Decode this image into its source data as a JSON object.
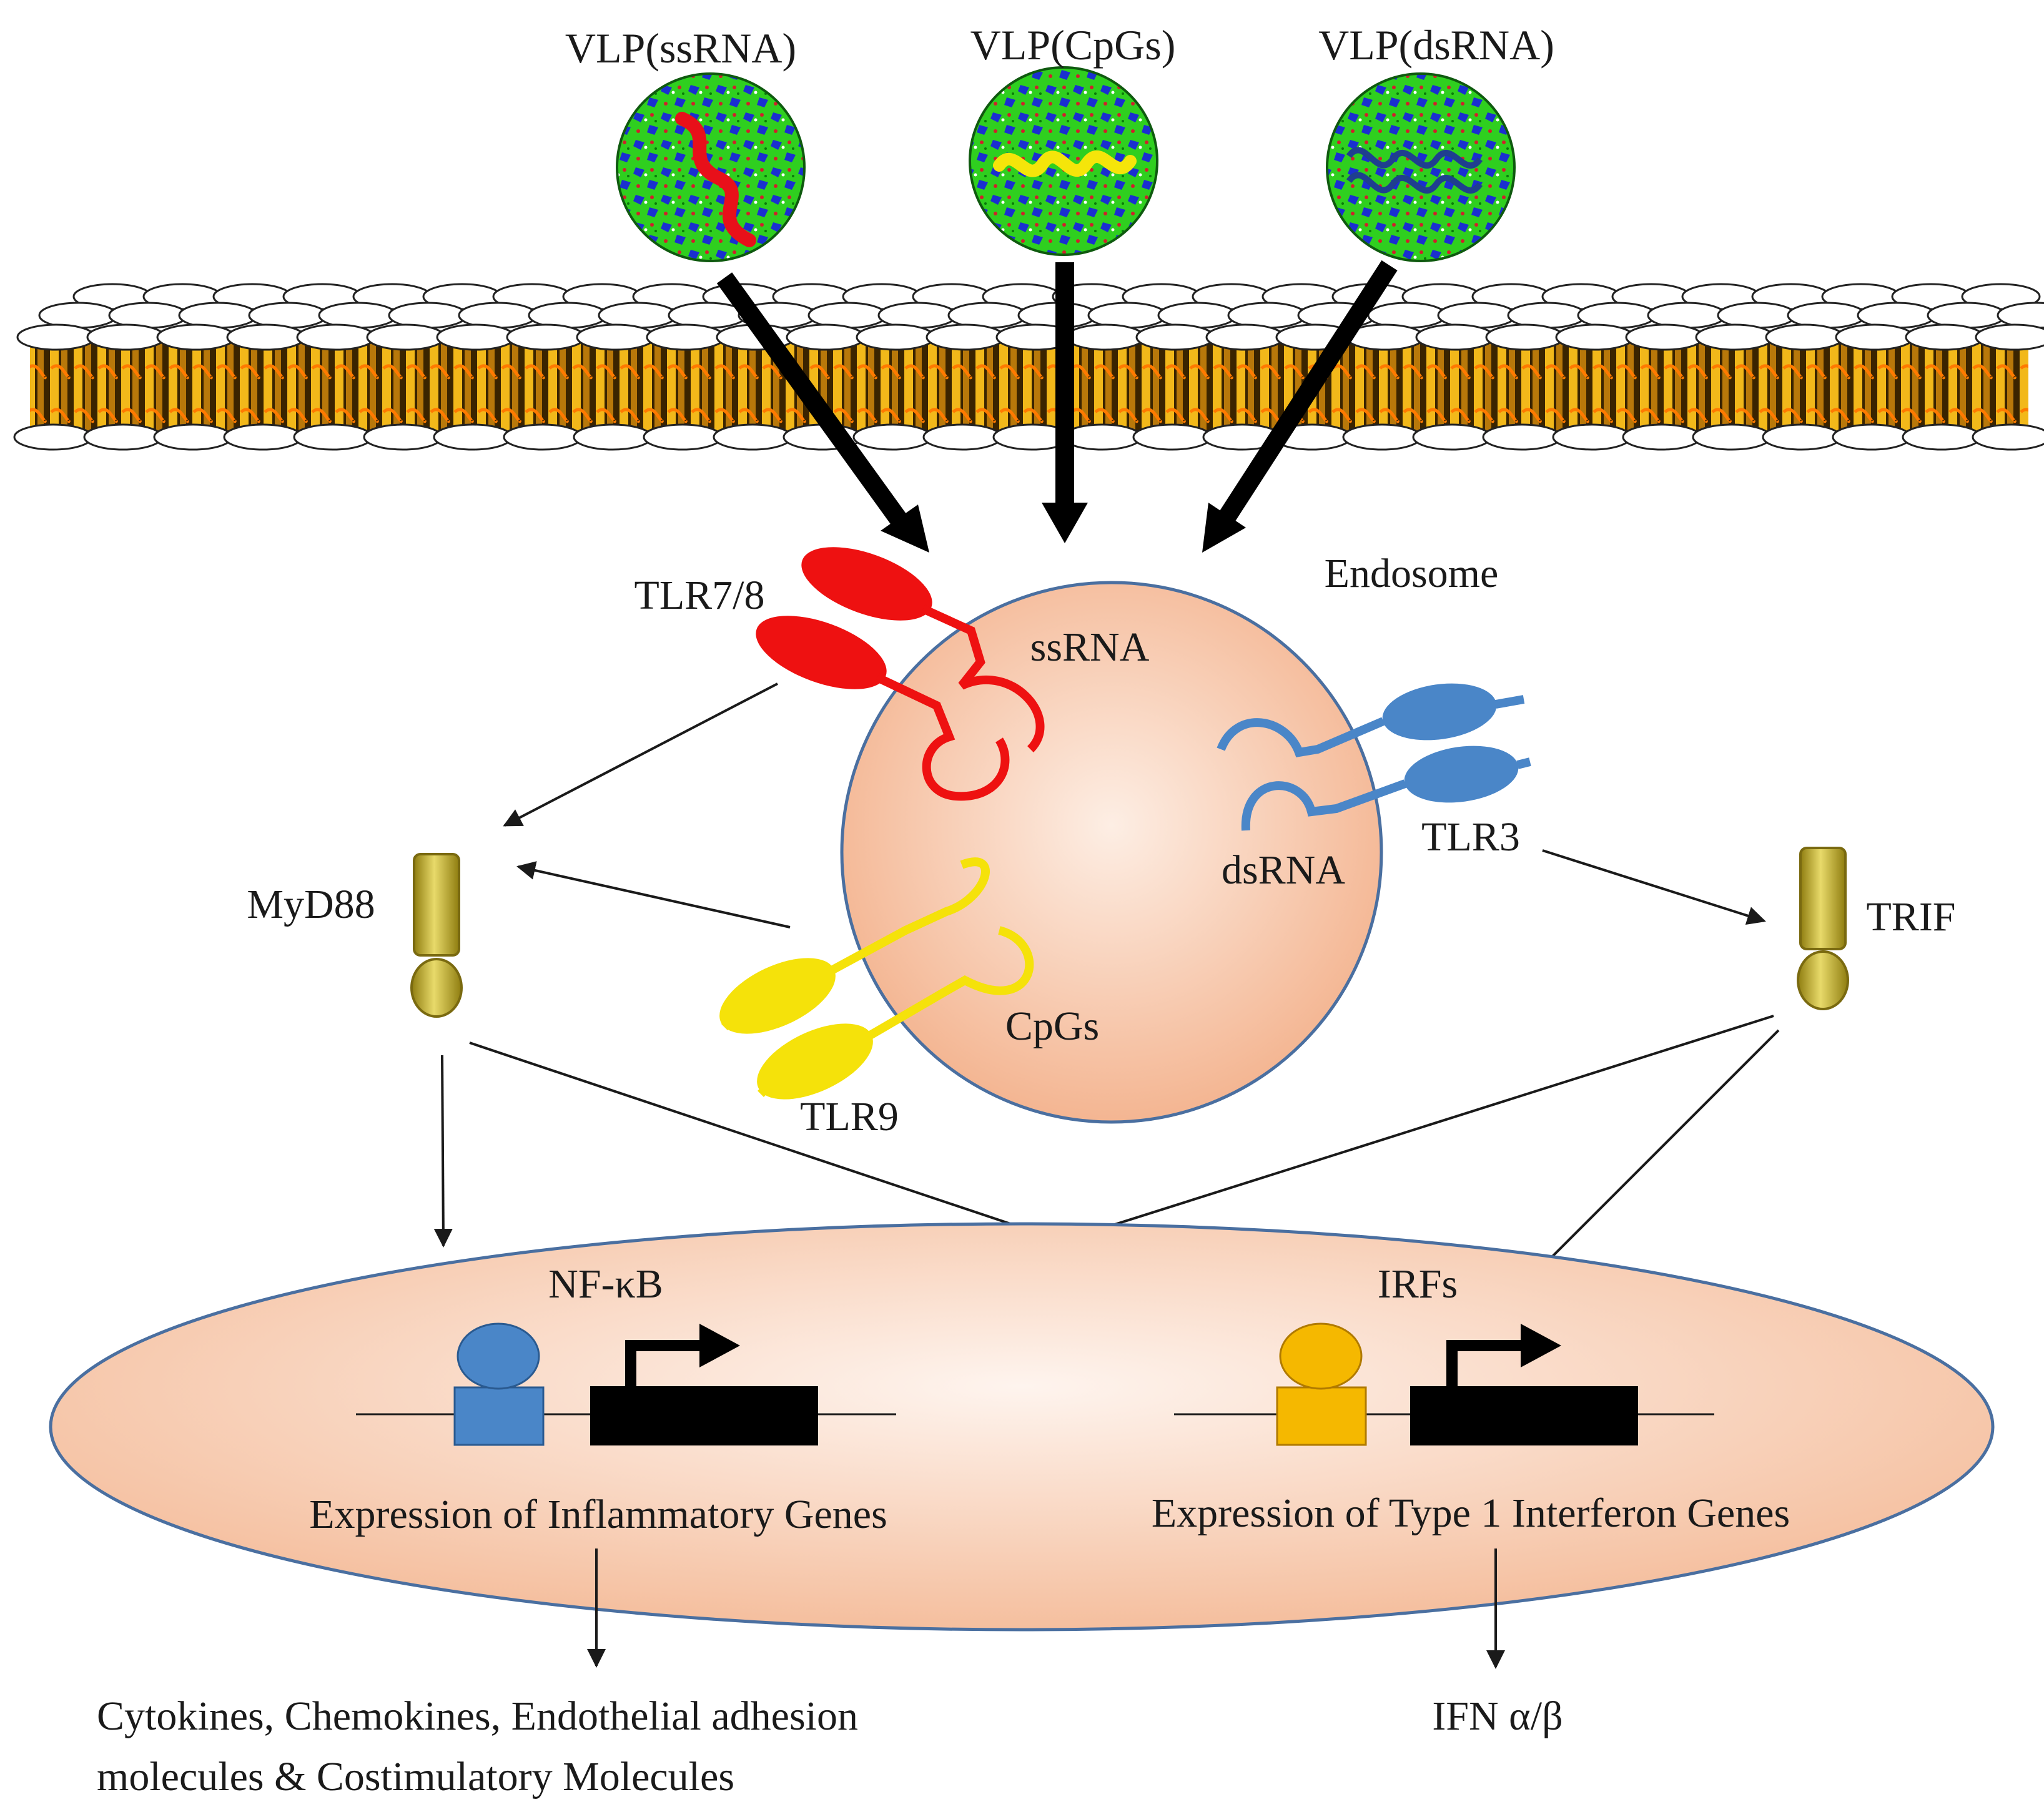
{
  "vlps": [
    {
      "label": "VLP(ssRNA)",
      "cargo_color": "#e8101a"
    },
    {
      "label": "VLP(CpGs)",
      "cargo_color": "#f5e50a"
    },
    {
      "label": "VLP(dsRNA)",
      "cargo_color": "#1f3f8f"
    }
  ],
  "endosome": {
    "label": "Endosome"
  },
  "receptors": {
    "tlr78": {
      "label": "TLR7/8",
      "ligand": "ssRNA",
      "color": "#ee1111"
    },
    "tlr3": {
      "label": "TLR3",
      "ligand": "dsRNA",
      "color": "#4a86c8"
    },
    "tlr9": {
      "label": "TLR9",
      "ligand": "CpGs",
      "color": "#f5e20a"
    }
  },
  "adaptors": {
    "myd88": {
      "label": "MyD88"
    },
    "trif": {
      "label": "TRIF"
    }
  },
  "nucleus": {
    "nfkb": {
      "label": "NF-κB",
      "color": "#4a86c8"
    },
    "irfs": {
      "label": "IRFs",
      "color": "#f5b800"
    },
    "inflammatory": "Expression of Inflammatory Genes",
    "interferon": "Expression of Type 1 Interferon Genes"
  },
  "outputs": {
    "inflammatory_line1": "Cytokines, Chemokines, Endothelial adhesion",
    "inflammatory_line2": "molecules & Costimulatory Molecules",
    "interferon": "IFN α/β"
  },
  "colors": {
    "membrane_gold": "#d99a0a",
    "membrane_dark": "#5a3a00",
    "capsid_green": "#2fcf1f",
    "capsid_blue": "#1a2fd0",
    "adaptor_gold": "#c9b634",
    "cell_peach": "#f7c4a4"
  }
}
